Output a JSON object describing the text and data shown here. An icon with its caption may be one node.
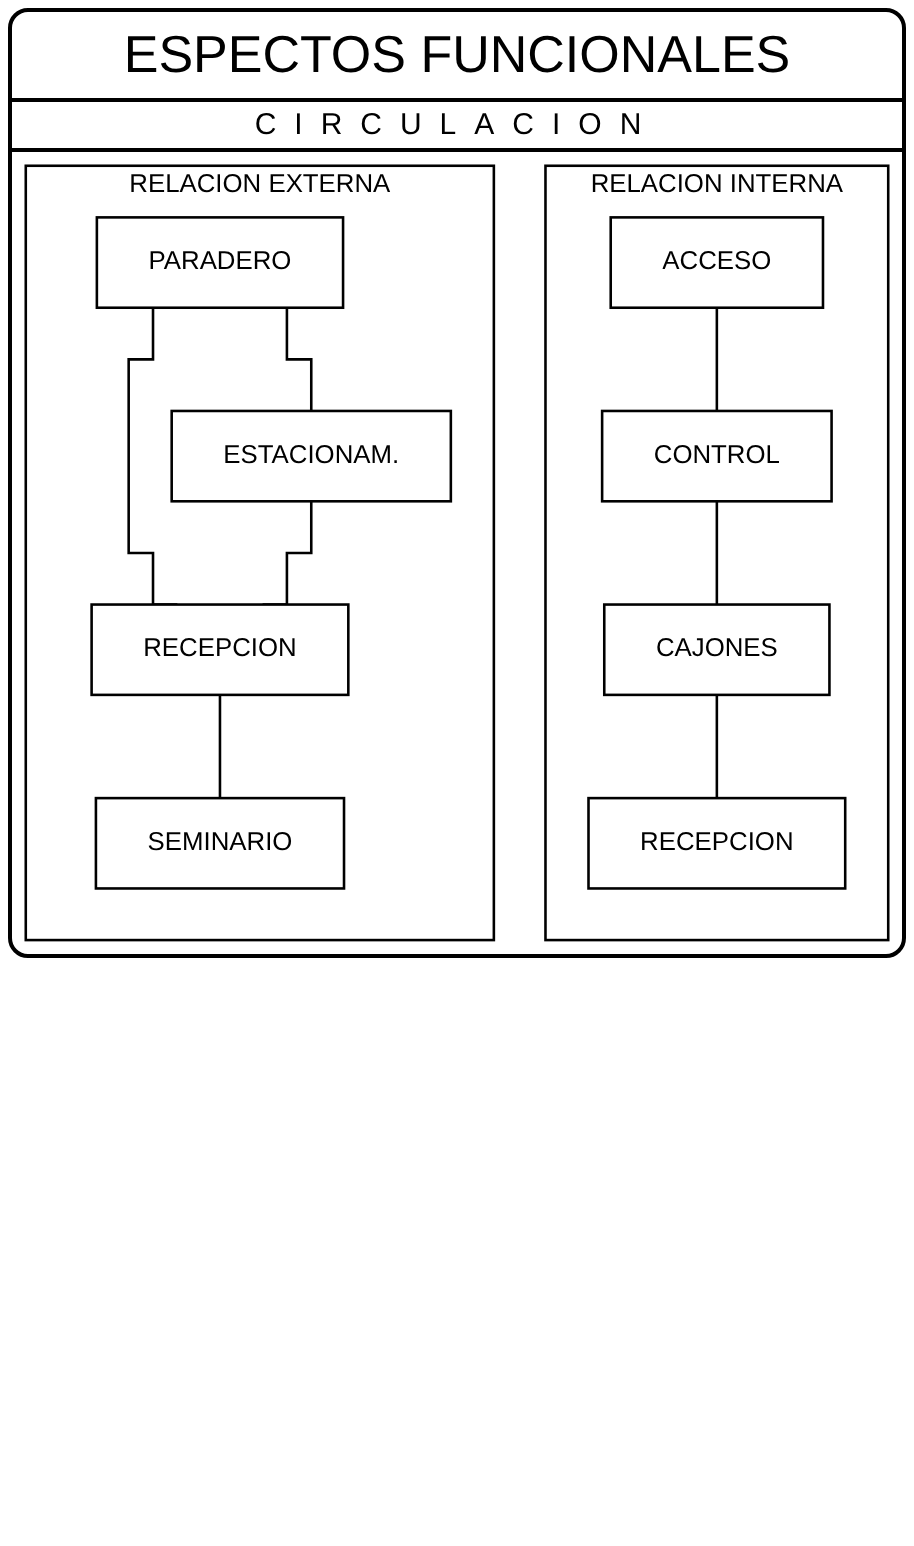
{
  "diagram": {
    "title": "ESPECTOS FUNCIONALES",
    "nodes": [
      {
        "text": [
          "RELACION INTERNA"
        ]
      },
      {
        "text": [
          "ACCESO"
        ],
        "in": 0
      },
      {
        "text": [
          "CONTROL"
        ],
        "in": 0
      },
      {
        "text": [
          "CAJONES"
        ],
        "in": 0
      },
      {
        "text": [
          "RECEPCION"
        ],
        "in": 0
      },
      {
        "text": [
          "RELACION EXTERNA"
        ]
      },
      {
        "text": [
          "PARADERO"
        ],
        "in": 5
      },
      {
        "text": [
          "ESTACIONAM."
        ],
        "in": 5
      },
      {
        "text": [
          "RECEPCION"
        ],
        "in": 5
      },
      {
        "text": [
          "SEMINARIO"
        ],
        "in": 5
      }
    ],
    "edges": [
      {
        "from": 1,
        "to": 2,
        "arrow": "none"
      },
      {
        "from": 2,
        "to": 3,
        "arrow": "none"
      },
      {
        "from": 3,
        "to": 4,
        "arrow": "none"
      },
      {
        "from": 6,
        "to": 7,
        "arrow": "none"
      },
      {
        "from": 6,
        "to": 8,
        "arrow": "none"
      },
      {
        "from": 7,
        "to": 8,
        "arrow": "none"
      },
      {
        "from": 8,
        "to": 9,
        "arrow": "none"
      }
    ],
    "labels": [
      "CIRCULACION"
    ]
  }
}
